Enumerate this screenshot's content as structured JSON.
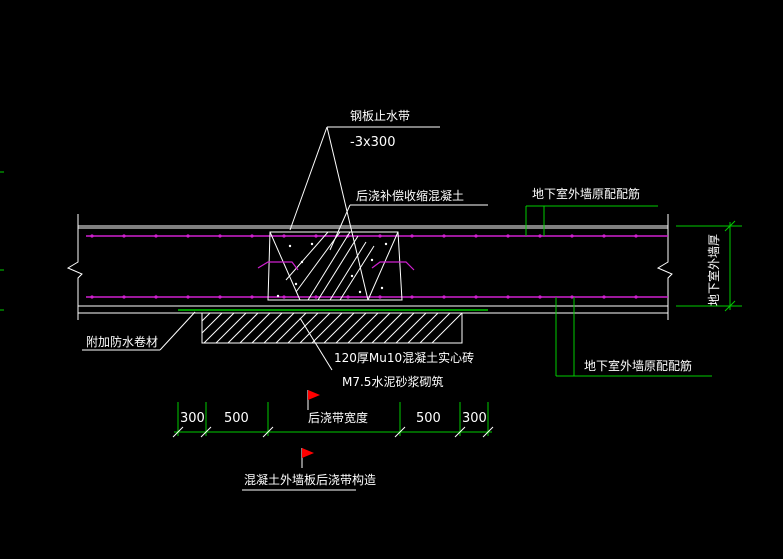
{
  "colors": {
    "background": "#000000",
    "line_white": "#ffffff",
    "line_green": "#00cc00",
    "rebar_magenta": "#d020d0",
    "flag_red": "#ff0000"
  },
  "labels": {
    "steel_waterstop": "钢板止水带",
    "steel_waterstop_spec": "-3x300",
    "post_pour_concrete": "后浇补偿收缩混凝土",
    "wall_rebar_top": "地下室外墙原配配筋",
    "wall_rebar_bottom": "地下室外墙原配配筋",
    "wall_thickness": "地下室外墙厚",
    "extra_membrane": "附加防水卷材",
    "brick_wall": "120厚Mu10混凝土实心砖",
    "mortar": "M7.5水泥砂浆砌筑",
    "band_width": "后浇带宽度",
    "title": "混凝土外墙板后浇带构造"
  },
  "dimensions": {
    "left_outer": "300",
    "left_inner": "500",
    "right_inner": "500",
    "right_outer": "300"
  },
  "icons": [
    "flag-icon",
    "break-line-icon"
  ]
}
